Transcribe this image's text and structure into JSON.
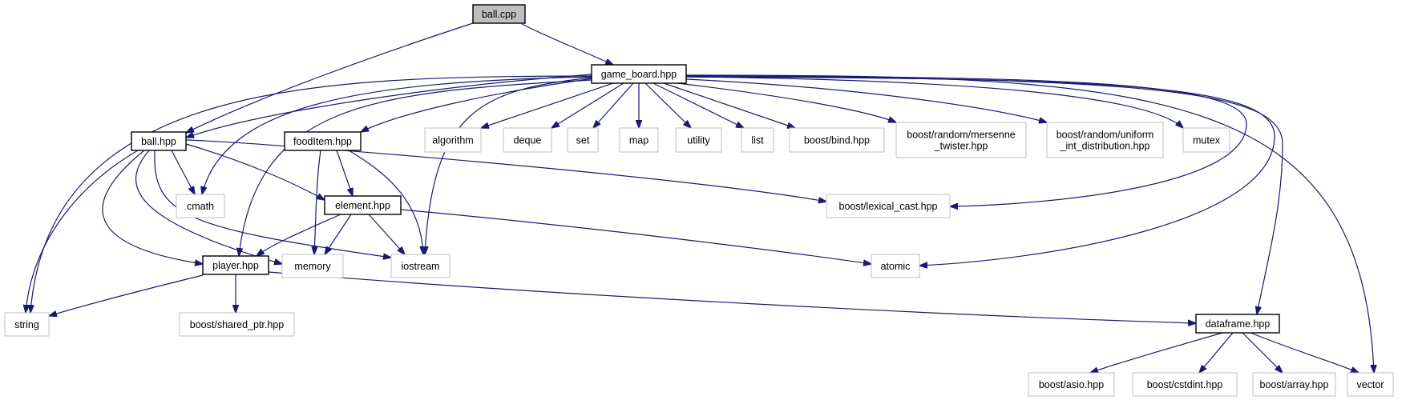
{
  "nodes": [
    {
      "id": "ball_cpp",
      "lines": [
        "ball.cpp"
      ],
      "kind": "root"
    },
    {
      "id": "game_board",
      "lines": [
        "game_board.hpp"
      ],
      "kind": "project"
    },
    {
      "id": "ball_hpp",
      "lines": [
        "ball.hpp"
      ],
      "kind": "project"
    },
    {
      "id": "fooditem",
      "lines": [
        "foodItem.hpp"
      ],
      "kind": "project"
    },
    {
      "id": "element",
      "lines": [
        "element.hpp"
      ],
      "kind": "project"
    },
    {
      "id": "player",
      "lines": [
        "player.hpp"
      ],
      "kind": "project"
    },
    {
      "id": "dataframe",
      "lines": [
        "dataframe.hpp"
      ],
      "kind": "project"
    },
    {
      "id": "algorithm",
      "lines": [
        "algorithm"
      ],
      "kind": "external"
    },
    {
      "id": "deque",
      "lines": [
        "deque"
      ],
      "kind": "external"
    },
    {
      "id": "set",
      "lines": [
        "set"
      ],
      "kind": "external"
    },
    {
      "id": "map",
      "lines": [
        "map"
      ],
      "kind": "external"
    },
    {
      "id": "utility",
      "lines": [
        "utility"
      ],
      "kind": "external"
    },
    {
      "id": "list",
      "lines": [
        "list"
      ],
      "kind": "external"
    },
    {
      "id": "boost_bind",
      "lines": [
        "boost/bind.hpp"
      ],
      "kind": "external"
    },
    {
      "id": "mersenne",
      "lines": [
        "boost/random/mersenne",
        "_twister.hpp"
      ],
      "kind": "external"
    },
    {
      "id": "uniform",
      "lines": [
        "boost/random/uniform",
        "_int_distribution.hpp"
      ],
      "kind": "external"
    },
    {
      "id": "mutex",
      "lines": [
        "mutex"
      ],
      "kind": "external"
    },
    {
      "id": "cmath",
      "lines": [
        "cmath"
      ],
      "kind": "external"
    },
    {
      "id": "lexical_cast",
      "lines": [
        "boost/lexical_cast.hpp"
      ],
      "kind": "external"
    },
    {
      "id": "memory",
      "lines": [
        "memory"
      ],
      "kind": "external"
    },
    {
      "id": "iostream",
      "lines": [
        "iostream"
      ],
      "kind": "external"
    },
    {
      "id": "atomic",
      "lines": [
        "atomic"
      ],
      "kind": "external"
    },
    {
      "id": "string",
      "lines": [
        "string"
      ],
      "kind": "external"
    },
    {
      "id": "shared_ptr",
      "lines": [
        "boost/shared_ptr.hpp"
      ],
      "kind": "external"
    },
    {
      "id": "asio",
      "lines": [
        "boost/asio.hpp"
      ],
      "kind": "external"
    },
    {
      "id": "cstdint",
      "lines": [
        "boost/cstdint.hpp"
      ],
      "kind": "external"
    },
    {
      "id": "array",
      "lines": [
        "boost/array.hpp"
      ],
      "kind": "external"
    },
    {
      "id": "vector",
      "lines": [
        "vector"
      ],
      "kind": "external"
    }
  ],
  "edges": [
    {
      "from": "ball_cpp",
      "to": "game_board"
    },
    {
      "from": "ball_cpp",
      "to": "ball_hpp"
    },
    {
      "from": "game_board",
      "to": "ball_hpp"
    },
    {
      "from": "game_board",
      "to": "fooditem"
    },
    {
      "from": "game_board",
      "to": "player"
    },
    {
      "from": "game_board",
      "to": "string"
    },
    {
      "from": "game_board",
      "to": "cmath"
    },
    {
      "from": "game_board",
      "to": "iostream"
    },
    {
      "from": "game_board",
      "to": "algorithm"
    },
    {
      "from": "game_board",
      "to": "deque"
    },
    {
      "from": "game_board",
      "to": "set"
    },
    {
      "from": "game_board",
      "to": "map"
    },
    {
      "from": "game_board",
      "to": "utility"
    },
    {
      "from": "game_board",
      "to": "list"
    },
    {
      "from": "game_board",
      "to": "boost_bind"
    },
    {
      "from": "game_board",
      "to": "mersenne"
    },
    {
      "from": "game_board",
      "to": "uniform"
    },
    {
      "from": "game_board",
      "to": "mutex"
    },
    {
      "from": "game_board",
      "to": "lexical_cast"
    },
    {
      "from": "game_board",
      "to": "atomic"
    },
    {
      "from": "game_board",
      "to": "dataframe"
    },
    {
      "from": "game_board",
      "to": "vector"
    },
    {
      "from": "ball_hpp",
      "to": "cmath"
    },
    {
      "from": "ball_hpp",
      "to": "element"
    },
    {
      "from": "ball_hpp",
      "to": "player"
    },
    {
      "from": "ball_hpp",
      "to": "memory"
    },
    {
      "from": "ball_hpp",
      "to": "iostream"
    },
    {
      "from": "ball_hpp",
      "to": "string"
    },
    {
      "from": "ball_hpp",
      "to": "lexical_cast"
    },
    {
      "from": "fooditem",
      "to": "element"
    },
    {
      "from": "fooditem",
      "to": "memory"
    },
    {
      "from": "fooditem",
      "to": "iostream"
    },
    {
      "from": "element",
      "to": "player"
    },
    {
      "from": "element",
      "to": "memory"
    },
    {
      "from": "element",
      "to": "iostream"
    },
    {
      "from": "element",
      "to": "atomic"
    },
    {
      "from": "player",
      "to": "string"
    },
    {
      "from": "player",
      "to": "shared_ptr"
    },
    {
      "from": "player",
      "to": "dataframe"
    },
    {
      "from": "dataframe",
      "to": "asio"
    },
    {
      "from": "dataframe",
      "to": "cstdint"
    },
    {
      "from": "dataframe",
      "to": "array"
    },
    {
      "from": "dataframe",
      "to": "vector"
    }
  ]
}
